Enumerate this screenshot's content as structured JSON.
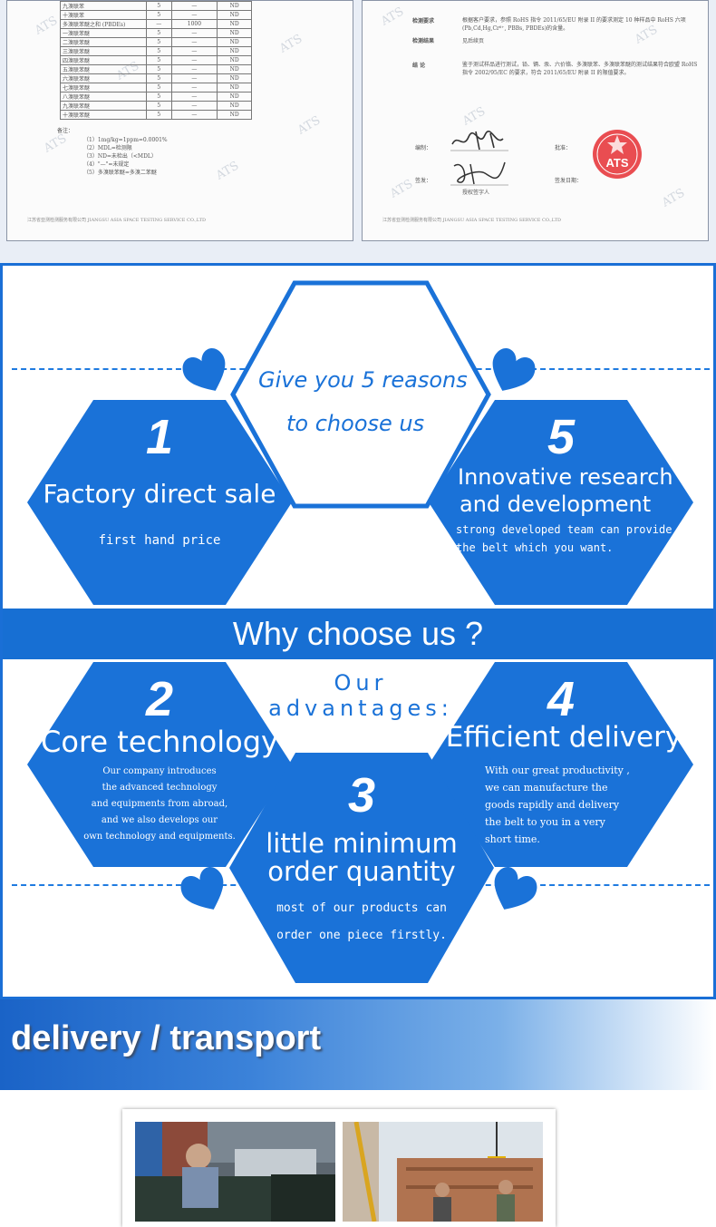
{
  "certificates": {
    "left": {
      "rows": [
        [
          "九溴联苯",
          "5",
          "—",
          "ND"
        ],
        [
          "十溴联苯",
          "5",
          "—",
          "ND"
        ],
        [
          "多溴联苯醚之和 (PBDEs)",
          "—",
          "1000",
          "ND"
        ],
        [
          "一溴联苯醚",
          "5",
          "—",
          "ND"
        ],
        [
          "二溴联苯醚",
          "5",
          "—",
          "ND"
        ],
        [
          "三溴联苯醚",
          "5",
          "—",
          "ND"
        ],
        [
          "四溴联苯醚",
          "5",
          "—",
          "ND"
        ],
        [
          "五溴联苯醚",
          "5",
          "—",
          "ND"
        ],
        [
          "六溴联苯醚",
          "5",
          "—",
          "ND"
        ],
        [
          "七溴联苯醚",
          "5",
          "—",
          "ND"
        ],
        [
          "八溴联苯醚",
          "5",
          "—",
          "ND"
        ],
        [
          "九溴联苯醚",
          "5",
          "—",
          "ND"
        ],
        [
          "十溴联苯醚",
          "5",
          "—",
          "ND"
        ]
      ],
      "note_title": "备注：",
      "notes": [
        "（1）1mg/kg=1ppm=0.0001%",
        "（2）MDL=检测限",
        "（3）ND=未检出（<MDL）",
        "（4）\"—\"=未规定",
        "（5）多溴联苯醚=多溴二苯醚"
      ],
      "footer": "江苏省亚测检测服务有限公司   JIANGSU ASIA SPACE TESTING SERVICE CO.,LTD"
    },
    "right": {
      "lines": [
        {
          "label": "检测要求",
          "text": "根据客户要求，参照 RoHS 指令 2011/65/EU 附录 II 的要求测定 10 种样品中 RoHS 六项(Pb,Cd,Hg,Cr⁶⁺, PBBs, PBDEs)的含量。"
        },
        {
          "label": "检测结果",
          "text": "见后续页"
        },
        {
          "label": "结    论",
          "text": "鉴于测试样品进行测试，铅、镉、汞、六价铬、多溴联苯、多溴联苯醚的测试结果符合欧盟 RoHS 指令 2002/95/EC 的要求，符合 2011/65/EU 附录 II 的限值要求。"
        }
      ],
      "sign1_label": "编制：",
      "sign2_label": "签发：",
      "sign2_sub": "授权签字人",
      "seal_label": "批准：",
      "date_label": "签发日期：",
      "seal_text": "ATS",
      "footer": "江苏省亚测检测服务有限公司   JIANGSU ASIA SPACE TESTING SERVICE CO.,LTD"
    },
    "watermark": "ATS"
  },
  "reasons": {
    "intro_line1": "Give you 5 reasons",
    "intro_line2": "to choose us",
    "band_title": "Why choose us ?",
    "advantages_line1": "Our",
    "advantages_line2": "advantages:",
    "items": [
      {
        "number": "1",
        "title": "Factory direct sale",
        "desc": [
          "first hand price"
        ]
      },
      {
        "number": "2",
        "title": "Core technology",
        "desc": [
          "Our company  introduces",
          "the advanced technology",
          "and equipments from abroad,",
          "and we also develops  our",
          "own technology and equipments."
        ]
      },
      {
        "number": "3",
        "title": "little minimum",
        "title2": "order quantity",
        "desc": [
          "most of our products can",
          "order one piece firstly."
        ]
      },
      {
        "number": "4",
        "title": "Efficient delivery",
        "desc": [
          "With our great productivity ,",
          "we can  manufacture the",
          "goods rapidly and delivery",
          "the belt to you in a very",
          "short time."
        ]
      },
      {
        "number": "5",
        "title": "Innovative research",
        "title2": "and development",
        "desc": [
          "strong developed team can provide",
          "the belt which you want."
        ]
      }
    ]
  },
  "delivery": {
    "title": "delivery / transport"
  },
  "colors": {
    "brand_blue": "#1a72d8",
    "band_blue": "#176fd3",
    "seal_red": "#d8252b"
  }
}
